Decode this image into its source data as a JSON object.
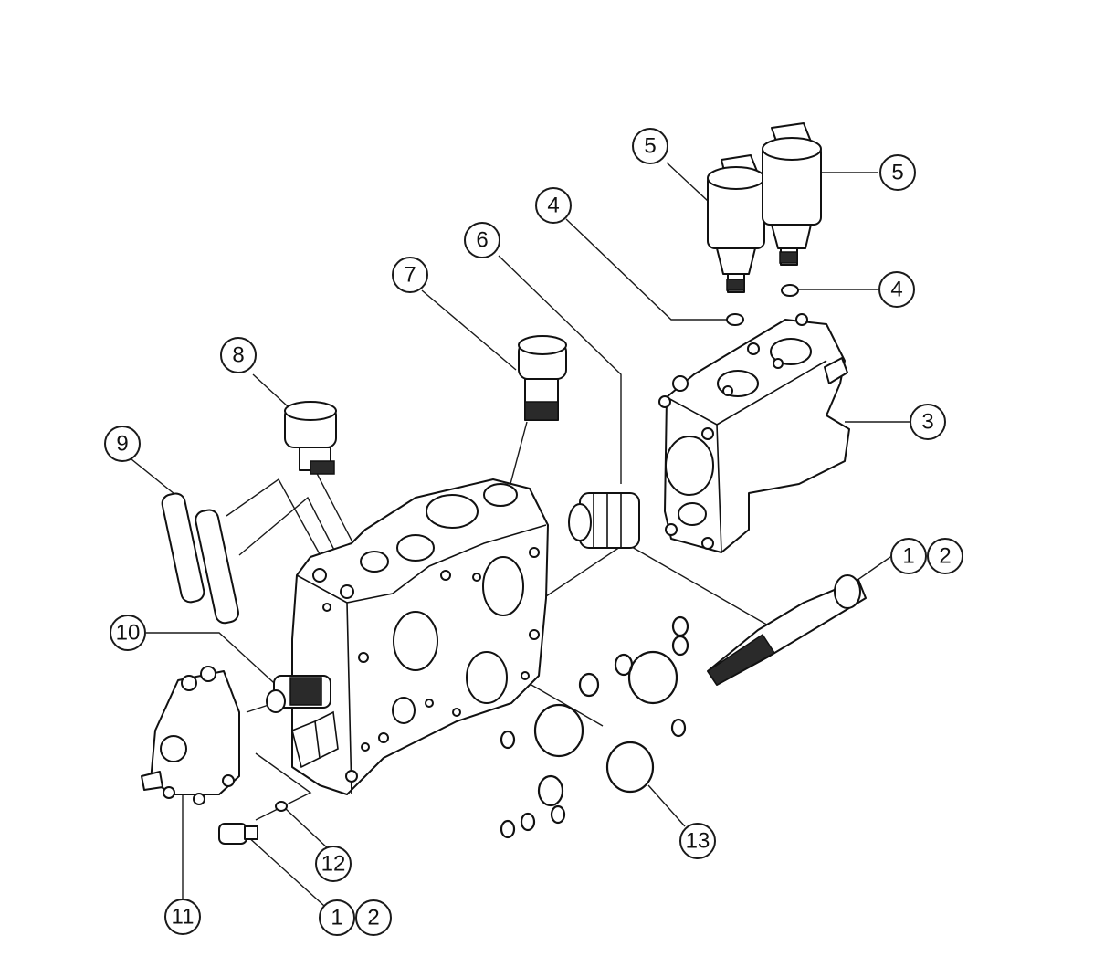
{
  "diagram": {
    "callouts": [
      {
        "id": "c5a",
        "label": "5"
      },
      {
        "id": "c5b",
        "label": "5"
      },
      {
        "id": "c4a",
        "label": "4"
      },
      {
        "id": "c4b",
        "label": "4"
      },
      {
        "id": "c6",
        "label": "6"
      },
      {
        "id": "c7",
        "label": "7"
      },
      {
        "id": "c8",
        "label": "8"
      },
      {
        "id": "c9",
        "label": "9"
      },
      {
        "id": "c3",
        "label": "3"
      },
      {
        "id": "c1a",
        "label": "1"
      },
      {
        "id": "c2a",
        "label": "2"
      },
      {
        "id": "c10",
        "label": "10"
      },
      {
        "id": "c11",
        "label": "11"
      },
      {
        "id": "c12",
        "label": "12"
      },
      {
        "id": "c1b",
        "label": "1"
      },
      {
        "id": "c2b",
        "label": "2"
      },
      {
        "id": "c13",
        "label": "13"
      }
    ]
  }
}
